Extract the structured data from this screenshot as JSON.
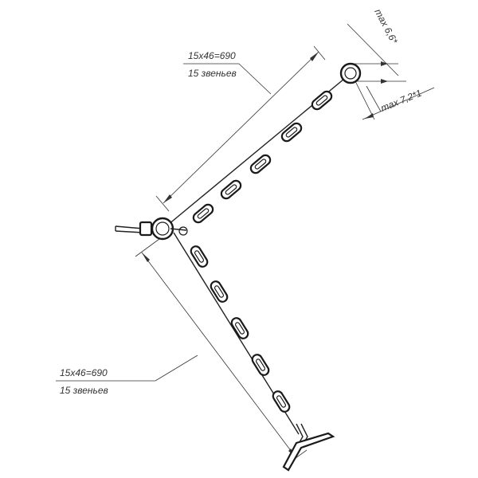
{
  "dimensions": {
    "upper_length": "15x46=690",
    "upper_links": "15 звеньев",
    "lower_length": "15x46=690",
    "lower_links": "15 звеньев",
    "ring_diameter": "max 6,6*",
    "ring_width": "max 7,2*1"
  },
  "colors": {
    "line": "#1a1a1a",
    "background": "#ffffff"
  }
}
